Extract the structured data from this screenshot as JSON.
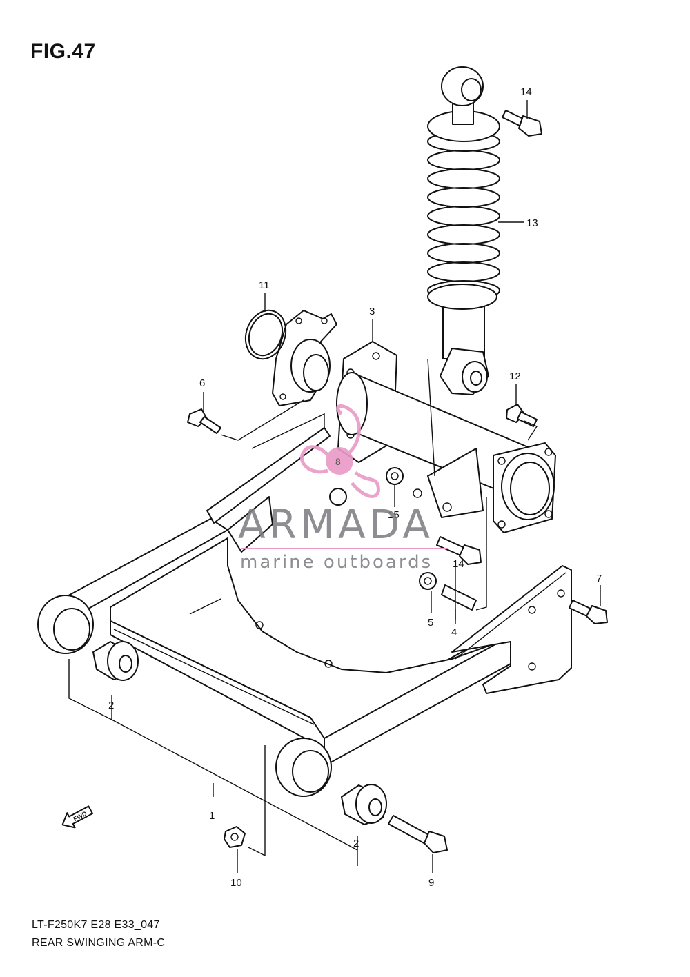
{
  "figure": {
    "title": "FIG.47",
    "code": "LT-F250K7 E28 E33_047",
    "name": "REAR SWINGING ARM-C"
  },
  "watermark": {
    "brand": "ARMADA",
    "tagline": "marine outboards",
    "badge_number": "8",
    "accent_color": "#e99ac7",
    "text_color": "#7b7a80"
  },
  "direction_arrow": {
    "label": "FWD",
    "icon": "fwd-arrow-icon"
  },
  "callouts": [
    {
      "id": "1",
      "label": "1"
    },
    {
      "id": "2a",
      "label": "2"
    },
    {
      "id": "2b",
      "label": "2"
    },
    {
      "id": "3",
      "label": "3"
    },
    {
      "id": "4",
      "label": "4"
    },
    {
      "id": "5",
      "label": "5"
    },
    {
      "id": "6",
      "label": "6"
    },
    {
      "id": "7",
      "label": "7"
    },
    {
      "id": "9",
      "label": "9"
    },
    {
      "id": "10",
      "label": "10"
    },
    {
      "id": "11",
      "label": "11"
    },
    {
      "id": "12",
      "label": "12"
    },
    {
      "id": "13",
      "label": "13"
    },
    {
      "id": "14a",
      "label": "14"
    },
    {
      "id": "14b",
      "label": "14"
    },
    {
      "id": "15",
      "label": "15"
    }
  ]
}
